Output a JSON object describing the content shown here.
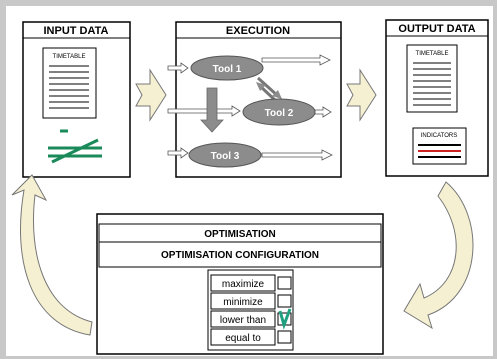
{
  "input_box": {
    "title": "INPUT DATA",
    "timetable_label": "TIMETABLE"
  },
  "execution_box": {
    "title": "EXECUTION",
    "tools": [
      "Tool 1",
      "Tool 2",
      "Tool 3"
    ]
  },
  "output_box": {
    "title": "OUTPUT DATA",
    "timetable_label": "TIMETABLE",
    "indicators_label": "INDICATORS"
  },
  "optimisation_box": {
    "title": "OPTIMISATION",
    "config_title": "OPTIMISATION CONFIGURATION",
    "options": [
      {
        "label": "maximize",
        "checked": false
      },
      {
        "label": "minimize",
        "checked": false
      },
      {
        "label": "lower than",
        "checked": true
      },
      {
        "label": "equal to",
        "checked": false
      }
    ]
  },
  "colors": {
    "tool_fill": "#8c8c8c",
    "arrow_fill": "#f5f0d2",
    "checkmark": "#20a080",
    "indicator_red": "#cc2222",
    "frame": "#c8c8c8"
  }
}
